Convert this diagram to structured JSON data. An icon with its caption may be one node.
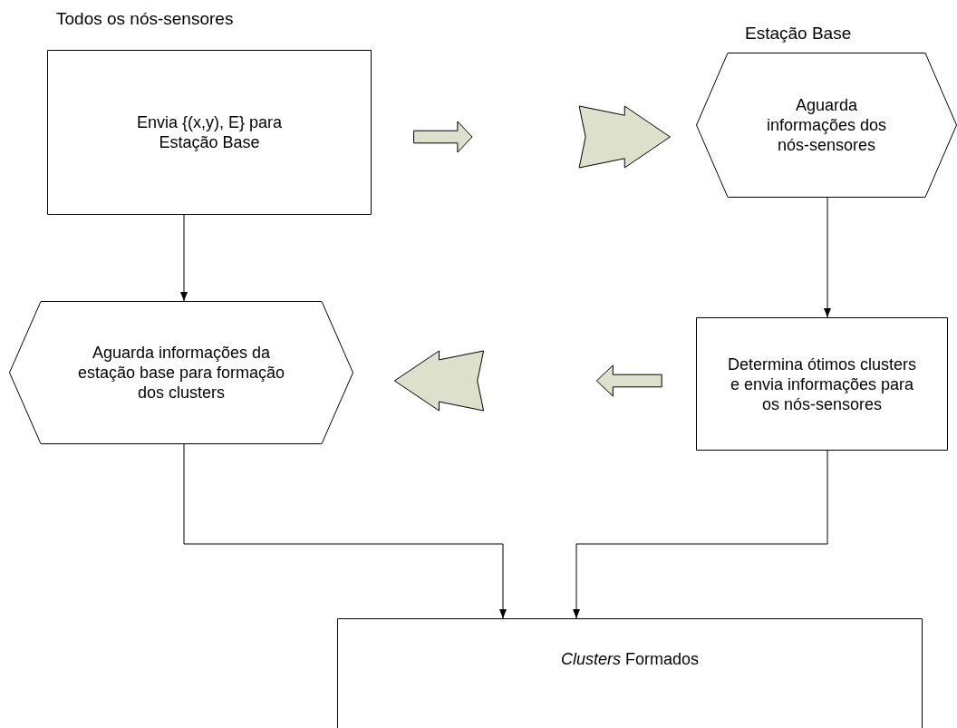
{
  "diagram": {
    "nodes": [
      {
        "text": [
          "Envia {(x,y), E} para Estação Base"
        ]
      },
      {
        "text": [
          "Aguarda informações dos nós-sensores"
        ]
      },
      {
        "text": [
          "Aguarda informações da estação base para formação dos clusters"
        ]
      },
      {
        "text": [
          "Determina ótimos clusters e envia informações para os nós-sensores"
        ]
      },
      {
        "text": [
          "*Clusters* Formados"
        ]
      }
    ],
    "edges": [
      {
        "from": 0,
        "to": 2,
        "arrow": "to"
      },
      {
        "from": 1,
        "to": 3,
        "arrow": "to"
      },
      {
        "from": 2,
        "to": 4,
        "arrow": "to"
      },
      {
        "from": 3,
        "to": 4,
        "arrow": "to"
      }
    ],
    "labels": [
      "Todos os nós-sensores",
      "Estação Base"
    ]
  }
}
